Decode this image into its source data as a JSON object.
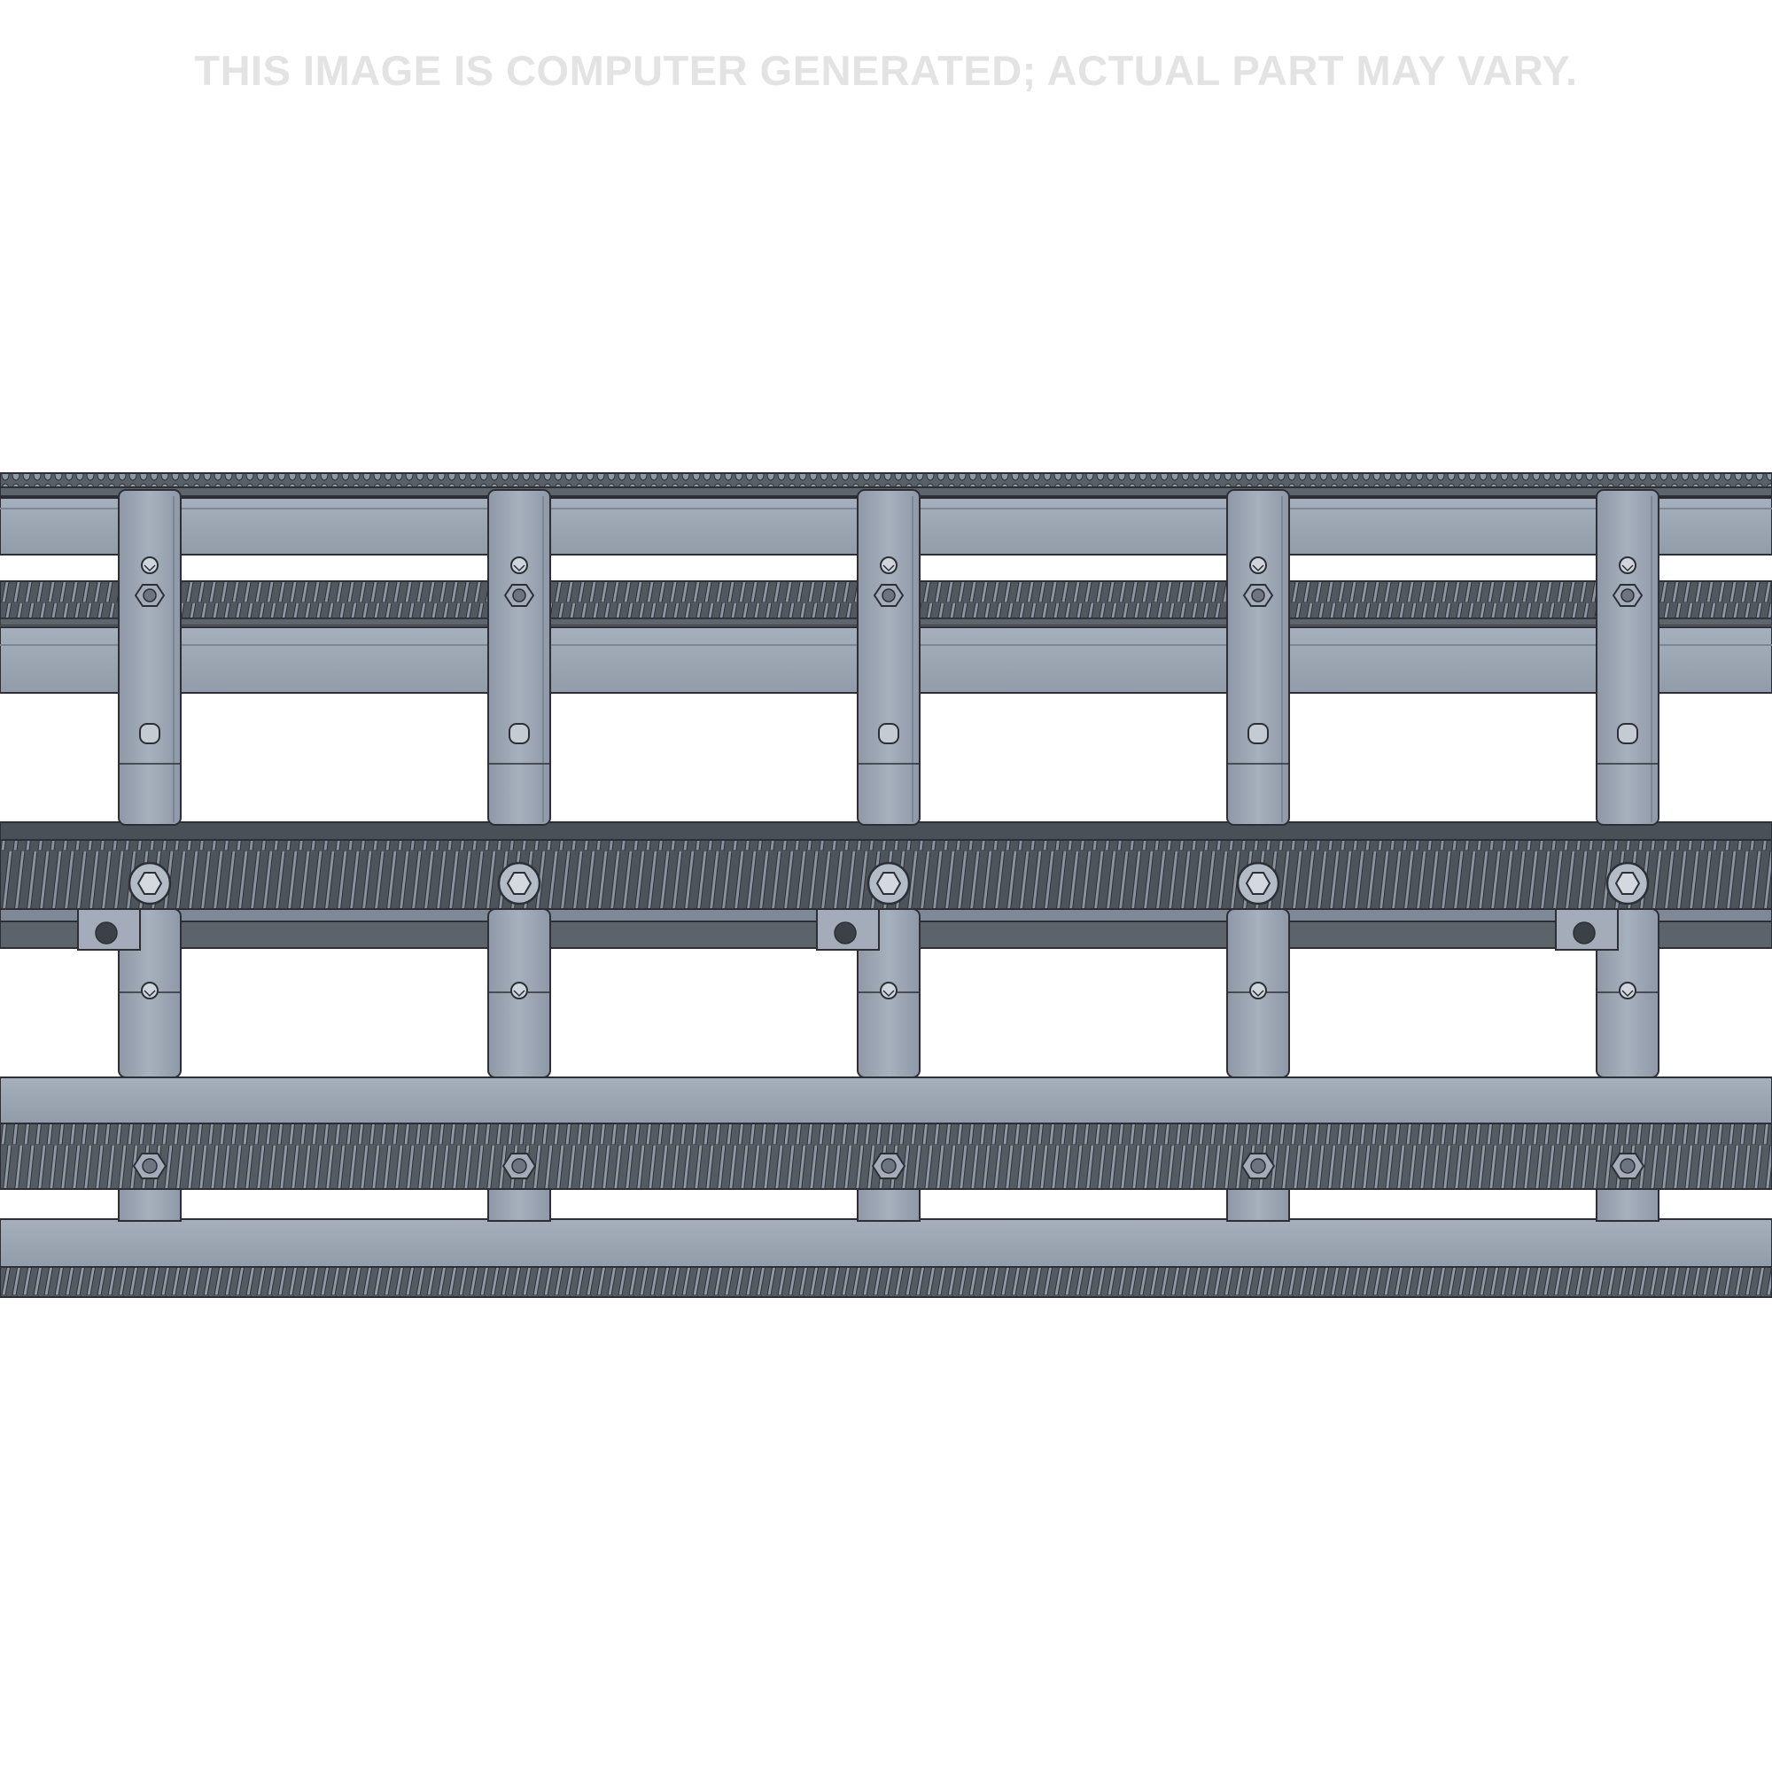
{
  "disclaimer": "THIS IMAGE IS COMPUTER GENERATED; ACTUAL PART MAY VARY.",
  "render": {
    "subject": "rack assembly cad render",
    "colors": {
      "steel": "#98a2b0",
      "steel_light": "#a9b2bf",
      "steel_shadow": "#7d8694",
      "rack_dark": "#5a6068",
      "tooth": "#8a929d",
      "outline": "#2c3036",
      "background": "#ffffff",
      "disclaimer_text": "#e3e3e3"
    },
    "bracket_count": 5
  }
}
